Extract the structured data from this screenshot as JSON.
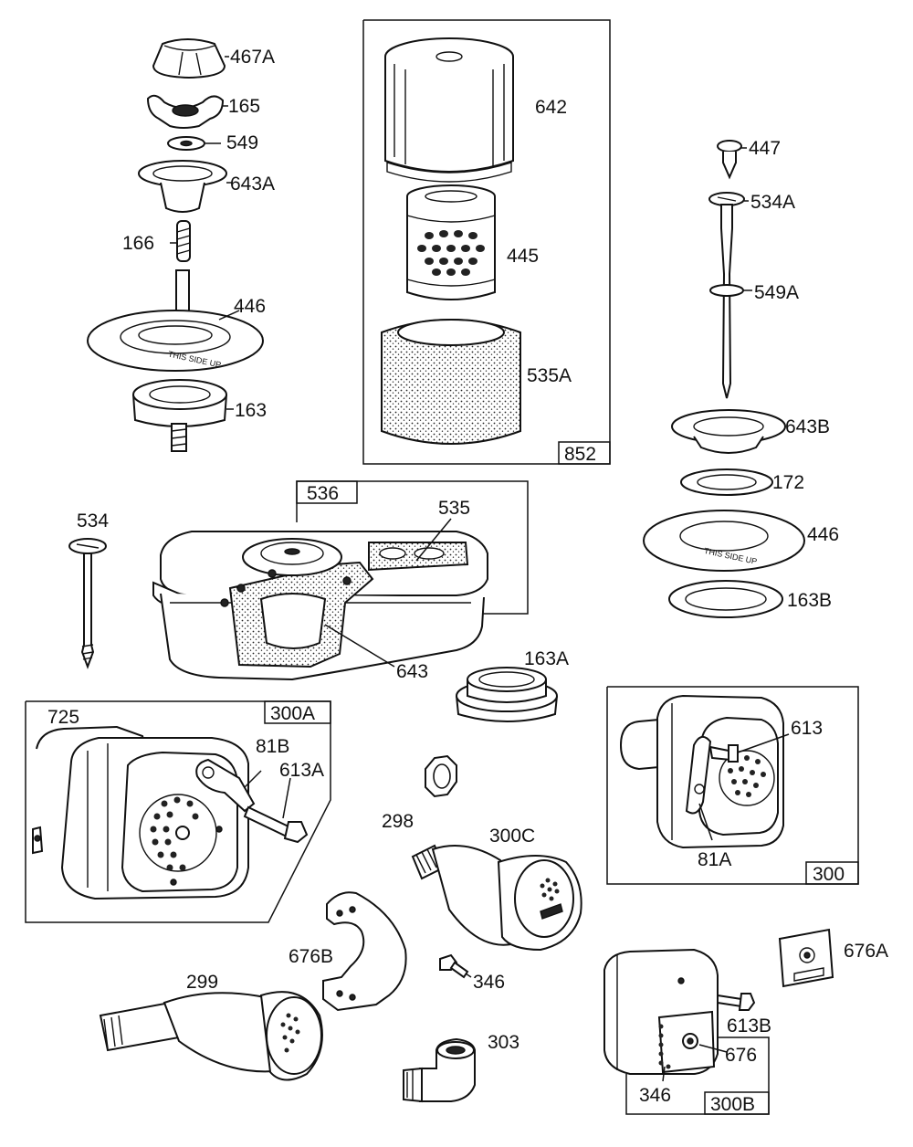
{
  "labels": {
    "p467A": "467A",
    "p165": "165",
    "p549": "549",
    "p643A": "643A",
    "p166": "166",
    "p446a": "446",
    "p163": "163",
    "p642": "642",
    "p445": "445",
    "p535A": "535A",
    "p852": "852",
    "p447": "447",
    "p534A": "534A",
    "p549A": "549A",
    "p643B": "643B",
    "p172": "172",
    "p446b": "446",
    "p163B": "163B",
    "p536": "536",
    "p535": "535",
    "p534": "534",
    "p643": "643",
    "p163A": "163A",
    "p725": "725",
    "p300A": "300A",
    "p81B": "81B",
    "p613A": "613A",
    "p613": "613",
    "p81A": "81A",
    "p300": "300",
    "p298": "298",
    "p300C": "300C",
    "p676B": "676B",
    "p346a": "346",
    "p299": "299",
    "p303": "303",
    "p676A": "676A",
    "p613B": "613B",
    "p676": "676",
    "p346b": "346",
    "p300B": "300B"
  },
  "imprint": "THIS SIDE UP"
}
